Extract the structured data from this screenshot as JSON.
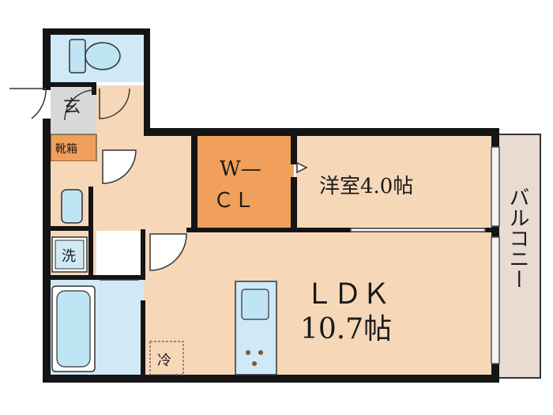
{
  "rooms": {
    "entrance": "玄",
    "shoe_box": "靴箱",
    "wic_line1": "W—",
    "wic_line2": "ＣＬ",
    "western_room": "洋室4.0帖",
    "ldk_line1": "ＬＤＫ",
    "ldk_line2": "10.7帖",
    "balcony": "バルコニー",
    "washer": "洗",
    "fridge": "冷"
  },
  "colors": {
    "wall": "#141414",
    "floor": "#f6d8b9",
    "wic": "#f0a05a",
    "shoe_box": "#f0a05a",
    "wet_area": "#cfe9f7",
    "fixture": "#bfe4f4",
    "balcony": "#e9dbd2",
    "entrance": "#d8d8d8"
  },
  "icons": [
    "toilet-icon",
    "sink-icon",
    "bathtub-icon",
    "washer-icon",
    "fridge-icon",
    "kitchen-sink-icon",
    "stove-icon",
    "door-swing-icon"
  ]
}
